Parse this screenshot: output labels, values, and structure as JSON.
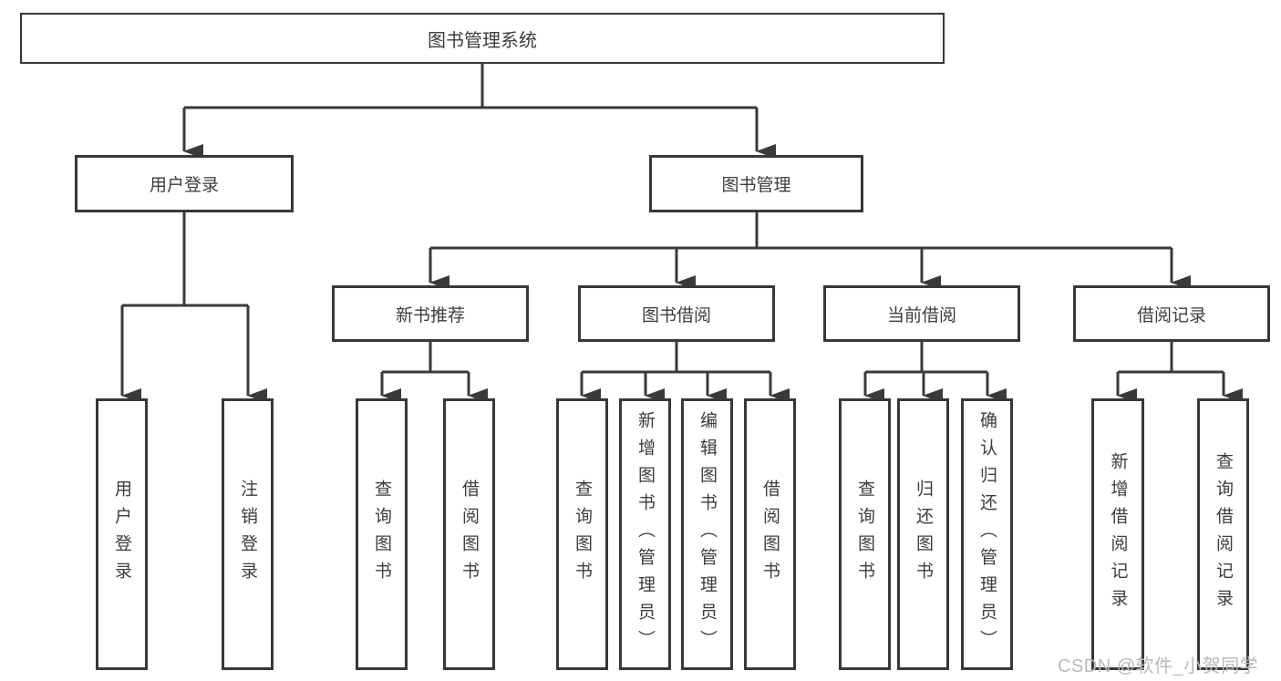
{
  "diagram": {
    "title": "图书管理系统",
    "type": "hierarchy",
    "colors": {
      "line": "#3a3a3a",
      "box_border": "#383838",
      "box_fill": "#ffffff",
      "text": "#3d3d3d",
      "watermark_text": "#b9b9b9"
    },
    "nodes": {
      "root": "图书管理系统",
      "user_login": "用户登录",
      "book_mgmt": "图书管理",
      "new_book_rec": "新书推荐",
      "book_borrow": "图书借阅",
      "current_borrow": "当前借阅",
      "borrow_records": "借阅记录",
      "login": "用户登录",
      "logout": "注销登录",
      "rec_query_book": "查询图书",
      "rec_borrow_book": "借阅图书",
      "bb_query_book": "查询图书",
      "bb_add_book": "新增图书（管理员）",
      "bb_edit_book": "编辑图书（管理员）",
      "bb_borrow_book": "借阅图书",
      "cb_query_book": "查询图书",
      "cb_return_book": "归还图书",
      "cb_confirm_return": "确认归还（管理员）",
      "br_add_record": "新增借阅记录",
      "br_query_record": "查询借阅记录"
    },
    "edges": [
      [
        "图书管理系统",
        "用户登录"
      ],
      [
        "图书管理系统",
        "图书管理"
      ],
      [
        "用户登录",
        "用户登录"
      ],
      [
        "用户登录",
        "注销登录"
      ],
      [
        "图书管理",
        "新书推荐"
      ],
      [
        "图书管理",
        "图书借阅"
      ],
      [
        "图书管理",
        "当前借阅"
      ],
      [
        "图书管理",
        "借阅记录"
      ],
      [
        "新书推荐",
        "查询图书"
      ],
      [
        "新书推荐",
        "借阅图书"
      ],
      [
        "图书借阅",
        "查询图书"
      ],
      [
        "图书借阅",
        "新增图书（管理员）"
      ],
      [
        "图书借阅",
        "编辑图书（管理员）"
      ],
      [
        "图书借阅",
        "借阅图书"
      ],
      [
        "当前借阅",
        "查询图书"
      ],
      [
        "当前借阅",
        "归还图书"
      ],
      [
        "当前借阅",
        "确认归还（管理员）"
      ],
      [
        "借阅记录",
        "新增借阅记录"
      ],
      [
        "借阅记录",
        "查询借阅记录"
      ]
    ],
    "watermark": "CSDN @软件_小贺同学"
  }
}
